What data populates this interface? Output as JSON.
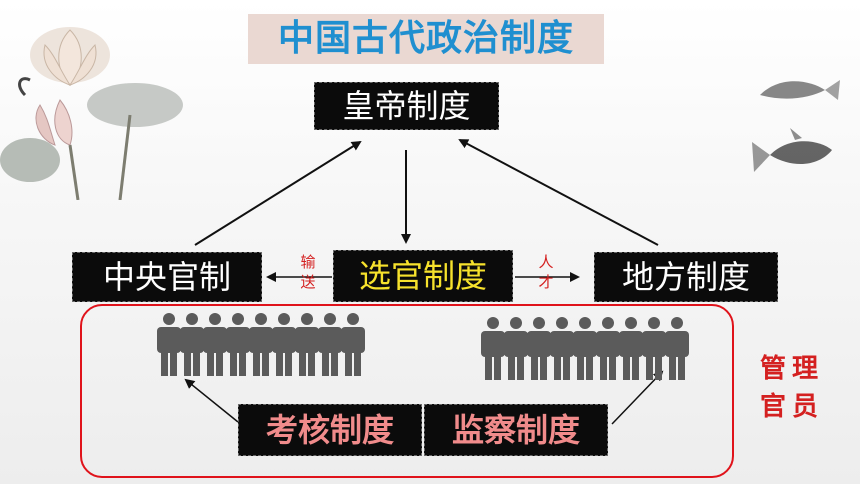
{
  "title": "中国古代政治制度",
  "nodes": {
    "emperor": "皇帝制度",
    "central": "中央官制",
    "selection": "选官制度",
    "local": "地方制度",
    "assessment": "考核制度",
    "supervision": "监察制度"
  },
  "edge_labels": {
    "transport": [
      "输",
      "送"
    ],
    "talent": [
      "人",
      "才"
    ]
  },
  "manage_label": [
    "管理",
    "官员"
  ],
  "colors": {
    "title_text": "#1f8fd0",
    "title_bg": "#ead8d2",
    "box_bg": "#0b0b0b",
    "box_text": "#ffffff",
    "highlight_text": "#f7e22c",
    "pink_text": "#f08b8b",
    "accent_red": "#d42020"
  },
  "icons": {
    "people_group_left": "people-group-icon",
    "people_group_right": "people-group-icon",
    "decoration_left": "lotus-painting",
    "decoration_right": "koi-fish-painting"
  }
}
